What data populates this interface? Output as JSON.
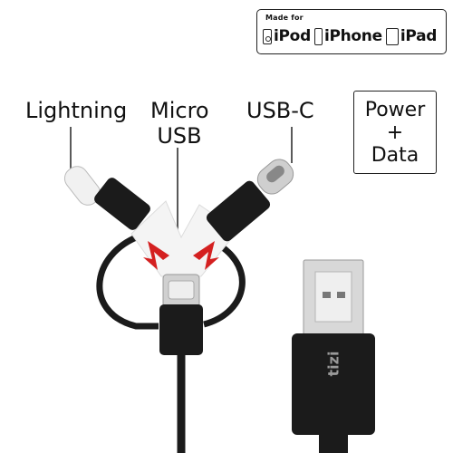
{
  "badge": {
    "made_for": "Made for",
    "devices": [
      {
        "name": "iPod",
        "icon": "ipod-icon"
      },
      {
        "name": "iPhone",
        "icon": "iphone-icon"
      },
      {
        "name": "iPad",
        "icon": "ipad-icon"
      }
    ]
  },
  "labels": {
    "lightning": "Lightning",
    "micro_line1": "Micro",
    "micro_line2": "USB",
    "usbc": "USB-C"
  },
  "power_box": {
    "line1": "Power",
    "line2": "+",
    "line3": "Data"
  },
  "cable": {
    "brand": "tizi"
  },
  "colors": {
    "cable": "#1b1b1b",
    "arrow": "#d42020",
    "metal": "#d9d9d9"
  }
}
